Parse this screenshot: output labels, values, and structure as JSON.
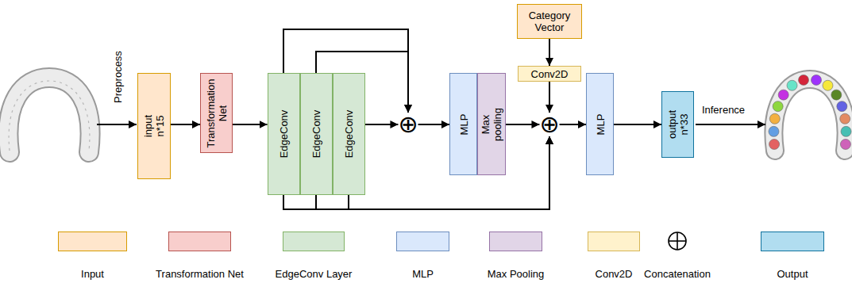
{
  "diagram": {
    "nodes": [
      {
        "text": [
          "input n*15"
        ]
      },
      {
        "text": [
          "Transformation Net"
        ]
      },
      {
        "text": [
          "EdgeConv"
        ]
      },
      {
        "text": [
          "EdgeConv"
        ]
      },
      {
        "text": [
          "EdgeConv"
        ]
      },
      {
        "text": [
          "⊕"
        ]
      },
      {
        "text": [
          "MLP"
        ]
      },
      {
        "text": [
          "Max pooling"
        ]
      },
      {
        "text": [
          "Category Vector"
        ]
      },
      {
        "text": [
          "Conv2D"
        ]
      },
      {
        "text": [
          "⊕"
        ]
      },
      {
        "text": [
          "MLP"
        ]
      },
      {
        "text": [
          "output n*33"
        ]
      }
    ],
    "edges": [
      {
        "from": 0,
        "to": 1,
        "arrow": "to"
      },
      {
        "from": 1,
        "to": 2,
        "arrow": "to"
      },
      {
        "from": 2,
        "to": 5,
        "arrow": "to"
      },
      {
        "from": 3,
        "to": 5,
        "arrow": "to"
      },
      {
        "from": 4,
        "to": 5,
        "arrow": "to"
      },
      {
        "from": 5,
        "to": 6,
        "arrow": "to"
      },
      {
        "from": 7,
        "to": 10,
        "arrow": "to"
      },
      {
        "from": 8,
        "to": 9,
        "arrow": "to"
      },
      {
        "from": 9,
        "to": 10,
        "arrow": "to"
      },
      {
        "from": 2,
        "to": 10,
        "arrow": "to"
      },
      {
        "from": 3,
        "to": 10,
        "arrow": "to"
      },
      {
        "from": 4,
        "to": 10,
        "arrow": "to"
      },
      {
        "from": 10,
        "to": 11,
        "arrow": "to"
      },
      {
        "from": 11,
        "to": 12,
        "arrow": "to"
      }
    ],
    "labels": [
      "Preprocess",
      "Inference"
    ],
    "legend": [
      {
        "text": "Input",
        "color": "#ffe6cc"
      },
      {
        "text": "Transformation Net",
        "color": "#f8cecc"
      },
      {
        "text": "EdgeConv Layer",
        "color": "#d5e8d4"
      },
      {
        "text": "MLP",
        "color": "#dae8fc"
      },
      {
        "text": "Max Pooling",
        "color": "#e1d5e7"
      },
      {
        "text": "Conv2D",
        "color": "#fff2cc"
      },
      {
        "text": "Concatenation"
      },
      {
        "text": "Output",
        "color": "#b1ddf0"
      }
    ]
  }
}
